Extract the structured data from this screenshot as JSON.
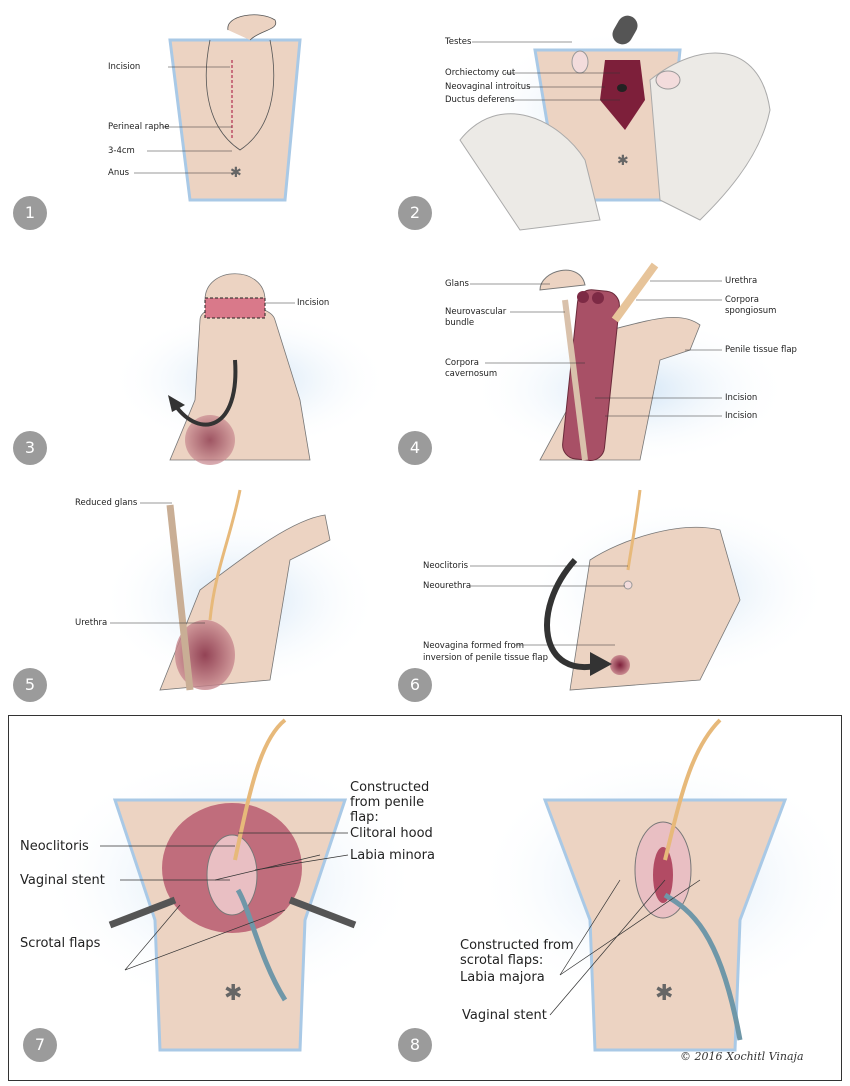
{
  "panels": [
    {
      "number": "1",
      "labels": {
        "incision": "Incision",
        "perineal_raphe": "Perineal raphe",
        "distance": "3-4cm",
        "anus": "Anus"
      }
    },
    {
      "number": "2",
      "labels": {
        "testes": "Testes",
        "orchiectomy_cut": "Orchiectomy cut",
        "neovaginal_introitus": "Neovaginal introitus",
        "ductus_deferens": "Ductus deferens"
      }
    },
    {
      "number": "3",
      "labels": {
        "incision": "Incision"
      }
    },
    {
      "number": "4",
      "labels": {
        "glans": "Glans",
        "neurovascular_bundle_1": "Neurovascular",
        "neurovascular_bundle_2": "bundle",
        "corpora_cavernosum_1": "Corpora",
        "corpora_cavernosum_2": "cavernosum",
        "urethra": "Urethra",
        "corpora_spongiosum_1": "Corpora",
        "corpora_spongiosum_2": "spongiosum",
        "penile_tissue_flap": "Penile tissue flap",
        "incision_1": "Incision",
        "incision_2": "Incision"
      }
    },
    {
      "number": "5",
      "labels": {
        "reduced_glans": "Reduced glans",
        "urethra": "Urethra"
      }
    },
    {
      "number": "6",
      "labels": {
        "neoclitoris": "Neoclitoris",
        "neourethra": "Neourethra",
        "neovagina_1": "Neovagina formed from",
        "neovagina_2": "inversion of penile tissue flap"
      }
    },
    {
      "number": "7",
      "labels": {
        "constructed_1": "Constructed",
        "constructed_2": "from penile",
        "constructed_3": "flap:",
        "clitoral_hood": "Clitoral hood",
        "labia_minora": "Labia minora",
        "neoclitoris": "Neoclitoris",
        "vaginal_stent": "Vaginal stent",
        "scrotal_flaps": "Scrotal flaps"
      }
    },
    {
      "number": "8",
      "labels": {
        "constructed_1": "Constructed from",
        "constructed_2": "scrotal flaps:",
        "labia_majora": "Labia majora",
        "vaginal_stent": "Vaginal stent"
      }
    }
  ],
  "credit": "© 2016 Xochitl Vinaja",
  "colors": {
    "skin": "#ecd3c2",
    "tissue": "#9c3a55",
    "blue_glow": "#cfe3f5",
    "badge": "#9b9b9b",
    "catheter": "#e7b97a",
    "stent": "#6f97a8"
  }
}
